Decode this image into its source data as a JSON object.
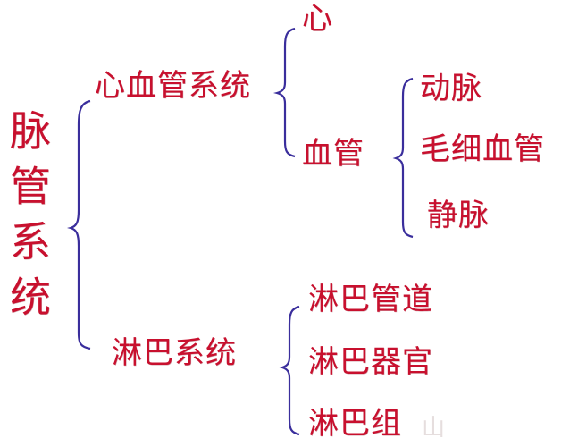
{
  "diagram": {
    "type": "bracket-tree",
    "root": {
      "label": "脉管系统",
      "children": [
        {
          "label": "心血管系统",
          "children": [
            {
              "label": "心"
            },
            {
              "label": "血管",
              "children": [
                {
                  "label": "动脉"
                },
                {
                  "label": "毛细血管"
                },
                {
                  "label": "静脉"
                }
              ]
            }
          ]
        },
        {
          "label": "淋巴系统",
          "children": [
            {
              "label": "淋巴管道"
            },
            {
              "label": "淋巴器官"
            },
            {
              "label": "淋巴组"
            }
          ]
        }
      ]
    },
    "colors": {
      "text": "#c8102e",
      "bracket": "#3a2e9c",
      "background": "#ffffff"
    },
    "watermark": "山"
  }
}
